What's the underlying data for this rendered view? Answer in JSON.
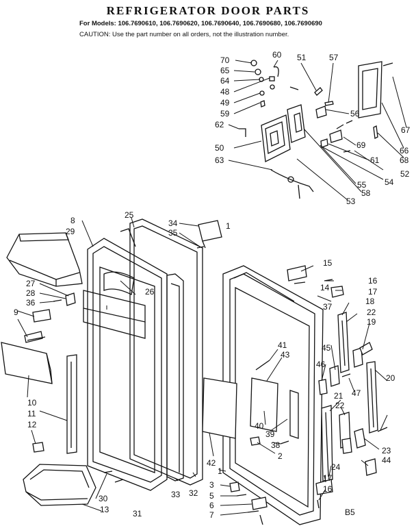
{
  "header": {
    "title": "REFRIGERATOR DOOR PARTS",
    "models": "For Models: 106.7690610, 106.7690620, 106.7690640, 106.7690680, 106.7690690",
    "caution": "CAUTION: Use the part number on all orders, not the illustration number."
  },
  "diagram": {
    "callouts": [
      "70",
      "65",
      "64",
      "48",
      "49",
      "59",
      "62",
      "50",
      "63",
      "60",
      "51",
      "57",
      "56",
      "69",
      "61",
      "52",
      "54",
      "55",
      "58",
      "53",
      "67",
      "66",
      "68",
      "8",
      "29",
      "25",
      "34",
      "35",
      "1",
      "27",
      "28",
      "36",
      "9",
      "26",
      "10",
      "11",
      "12",
      "30",
      "31",
      "13",
      "15",
      "14",
      "16",
      "17",
      "37",
      "18",
      "22",
      "19",
      "41",
      "43",
      "45",
      "46",
      "47",
      "20",
      "21",
      "42",
      "40",
      "39",
      "38",
      "2",
      "3",
      "5",
      "6",
      "7",
      "33",
      "32",
      "24",
      "23",
      "44"
    ],
    "plate_code": "B5"
  }
}
